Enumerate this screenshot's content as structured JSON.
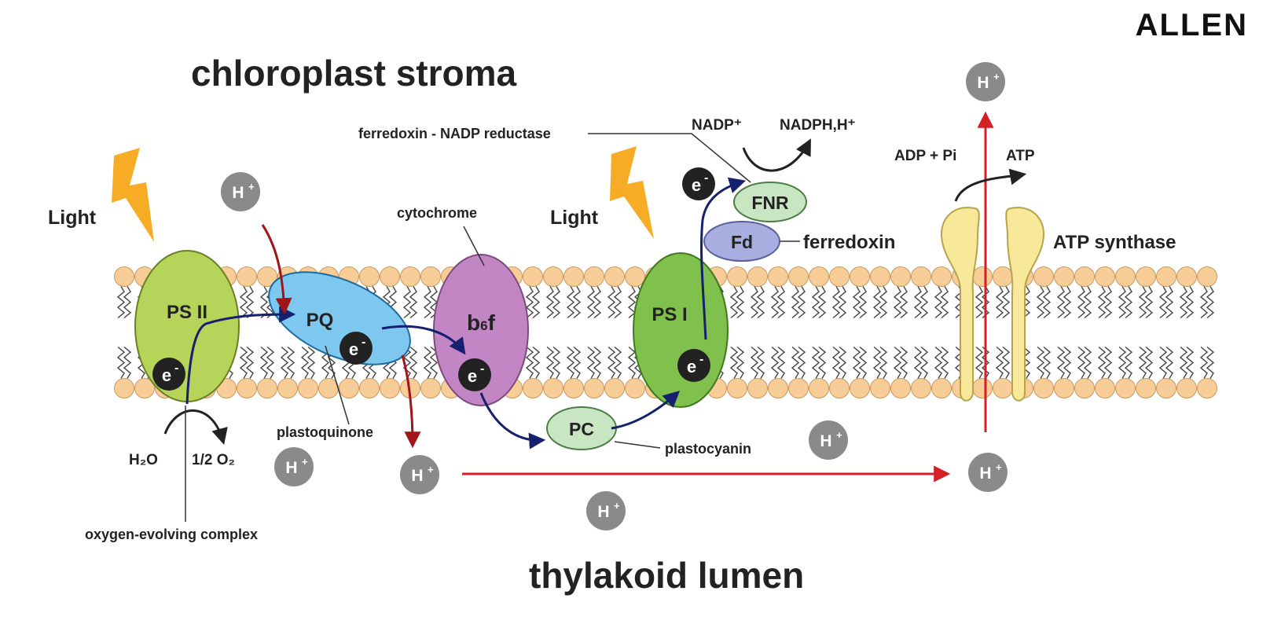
{
  "logo": {
    "text": "ALLEN"
  },
  "regions": {
    "stroma": "chloroplast stroma",
    "lumen": "thylakoid lumen"
  },
  "light_labels": [
    "Light",
    "Light"
  ],
  "complexes": {
    "ps2": "PS II",
    "pq": "PQ",
    "b6f_main": "b",
    "b6f_sub": "6",
    "b6f_end": "f",
    "ps1": "PS I",
    "pc": "PC",
    "fd": "Fd",
    "fnr": "FNR"
  },
  "electron_label": "e",
  "electron_sup": "-",
  "proton_label": "H",
  "proton_sup": "+",
  "annotations": {
    "ferredoxin_nadp_reductase": "ferredoxin - NADP reductase",
    "cytochrome": "cytochrome",
    "plastoquinone": "plastoquinone",
    "plastocyanin": "plastocyanin",
    "ferredoxin": "ferredoxin",
    "oxygen_evolving_complex": "oxygen-evolving complex",
    "atp_synthase": "ATP synthase"
  },
  "reactions": {
    "water": "H₂O",
    "oxygen": "1/2 O₂",
    "nadp": "NADP⁺",
    "nadph": "NADPH,H⁺",
    "adp": "ADP + Pi",
    "atp": "ATP"
  },
  "colors": {
    "stroma_title": "#a0141a",
    "lumen_title": "#2e9a5e",
    "lipid_head": "#f8cd98",
    "ps2": "#b7d45a",
    "pq": "#7ec8ef",
    "b6f": "#c386c5",
    "ps1": "#80c04c",
    "pc": "#c9e6c2",
    "fd": "#a9aee0",
    "fnr": "#c9e6c2",
    "atp_synthase": "#f7e89a",
    "proton": "#8a8a8a",
    "electron": "#222222",
    "electron_path": "#15206e",
    "proton_path": "#d41f27",
    "light": "#f7ac26"
  }
}
